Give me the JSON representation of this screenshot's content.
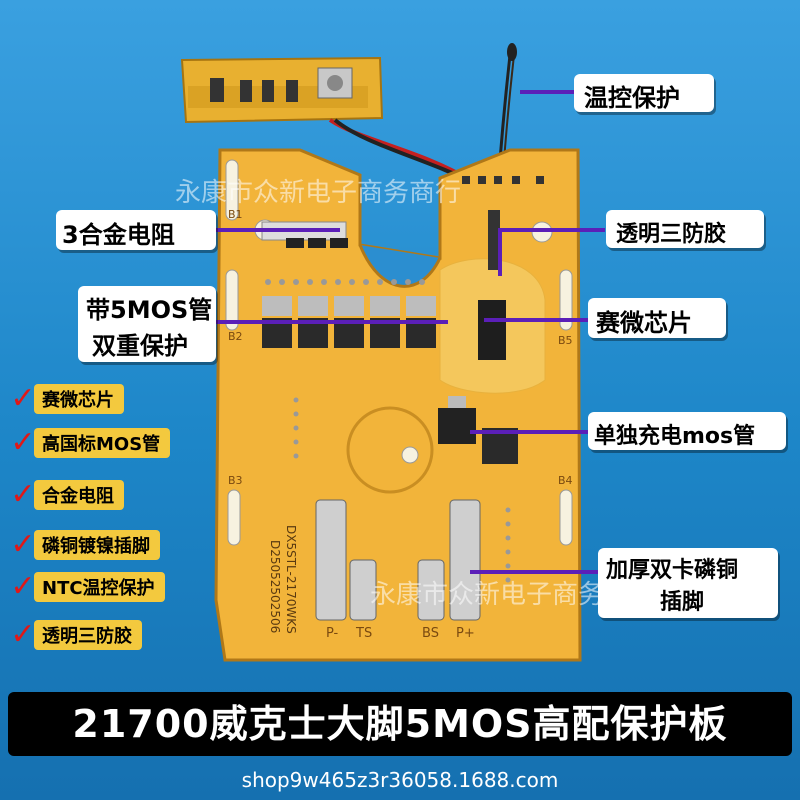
{
  "callouts": {
    "temp_protect": "温控保护",
    "alloy_resistor": "3合金电阻",
    "clear_coating": "透明三防胶",
    "mos_line1": "带5MOS管",
    "mos_line2": "双重保护",
    "chip": "赛微芯片",
    "charge_mos": "单独充电mos管",
    "terminal_line1": "加厚双卡磷铜",
    "terminal_line2": "插脚"
  },
  "checklist": [
    "赛微芯片",
    "高国标MOS管",
    "合金电阻",
    "磷铜镀镍插脚",
    "NTC温控保护",
    "透明三防胶"
  ],
  "watermark": {
    "top": "永康市众新电子商务商行",
    "bottom": "永康市众新电子商务商行"
  },
  "board_silkscreen": {
    "model": "DX5STL-2170WKS",
    "date": "D25052502506",
    "pads": [
      "P-",
      "TS",
      "BS",
      "P+"
    ],
    "bnodes": [
      "B1",
      "B2",
      "B3",
      "B4",
      "B5"
    ]
  },
  "title": "21700威克士大脚5MOS高配保护板",
  "shop_url": "shop9w465z3r36058.1688.com",
  "colors": {
    "pcb": "#f2b43a",
    "callout_line": "#5b1fb8",
    "check": "#e01818",
    "check_bg": "#f3c93e"
  }
}
